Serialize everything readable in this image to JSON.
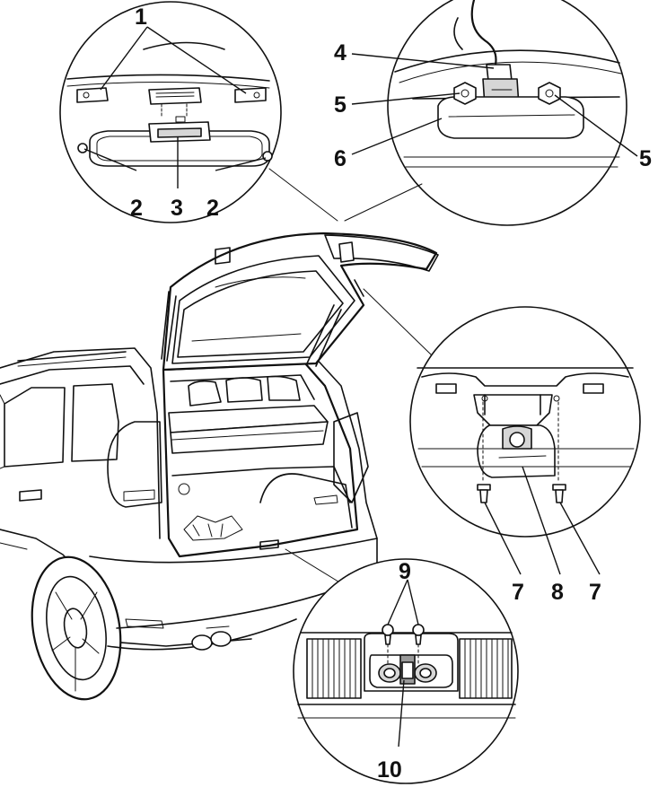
{
  "callouts": {
    "c1": "1",
    "c2a": "2",
    "c2b": "2",
    "c3": "3",
    "c4": "4",
    "c5a": "5",
    "c5b": "5",
    "c6": "6",
    "c7a": "7",
    "c7b": "7",
    "c8": "8",
    "c9": "9",
    "c10": "10"
  }
}
